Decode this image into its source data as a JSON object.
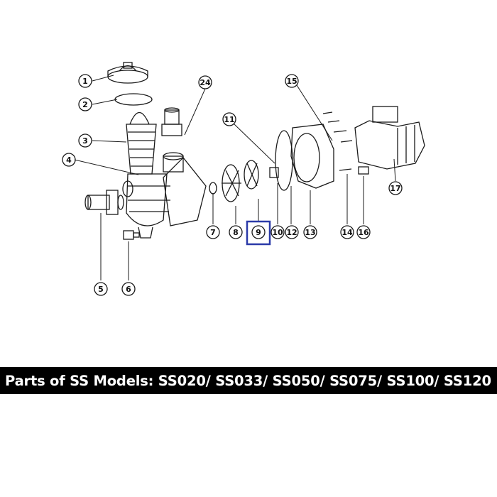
{
  "diagram": {
    "highlight_color": "#2b3aa8",
    "highlighted_part": "9",
    "callouts": [
      {
        "id": "1",
        "label": "1",
        "part": "cover-lid"
      },
      {
        "id": "2",
        "label": "2",
        "part": "lid-o-ring"
      },
      {
        "id": "3",
        "label": "3",
        "part": "strainer-basket"
      },
      {
        "id": "4",
        "label": "4",
        "part": "pump-housing"
      },
      {
        "id": "5",
        "label": "5",
        "part": "union-connector"
      },
      {
        "id": "6",
        "label": "6",
        "part": "drain-plug"
      },
      {
        "id": "7",
        "label": "7",
        "part": "o-ring"
      },
      {
        "id": "8",
        "label": "8",
        "part": "diffuser"
      },
      {
        "id": "9",
        "label": "9",
        "part": "impeller"
      },
      {
        "id": "10",
        "label": "10",
        "part": "shaft-seal"
      },
      {
        "id": "11",
        "label": "11",
        "part": "seal-screw"
      },
      {
        "id": "12",
        "label": "12",
        "part": "seal-plate-gasket"
      },
      {
        "id": "13",
        "label": "13",
        "part": "seal-plate"
      },
      {
        "id": "14",
        "label": "14",
        "part": "bolt"
      },
      {
        "id": "15",
        "label": "15",
        "part": "screws"
      },
      {
        "id": "16",
        "label": "16",
        "part": "motor-foot"
      },
      {
        "id": "17",
        "label": "17",
        "part": "motor"
      },
      {
        "id": "24",
        "label": "24",
        "part": "outlet-union"
      }
    ]
  },
  "banner": {
    "text": "Parts of SS Models: SS020/ SS033/ SS050/ SS075/ SS100/ SS120"
  }
}
